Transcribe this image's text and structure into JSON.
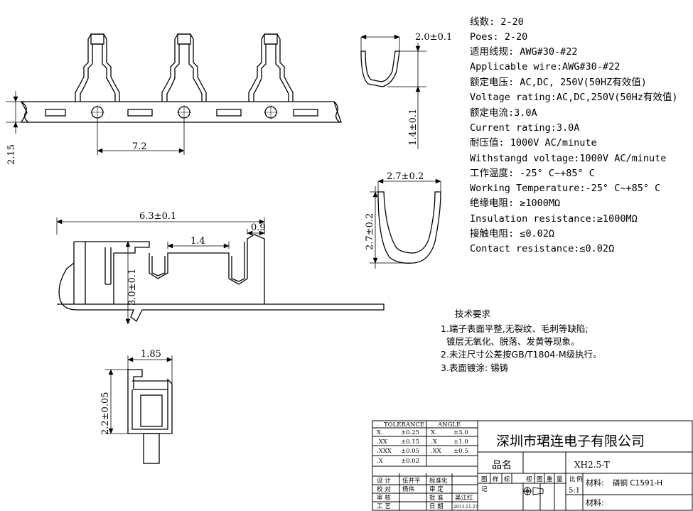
{
  "specs": [
    "线数: 2-20",
    "Poes: 2-20",
    "适用线规: AWG#30-#22",
    "Applicable wire:AWG#30-#22",
    "额定电压: AC,DC, 250V(50HZ有效值)",
    "Voltage rating:AC,DC,250V(50Hz有效值)",
    "额定电流:3.0A",
    "Current rating:3.0A",
    "耐压值: 1000V AC/minute",
    "Withstangd voltage:1000V AC/minute",
    "工作温度: -25° C~+85° C",
    "Working Temperature:-25° C~+85° C",
    "绝缘电阻: ≥1000MΩ",
    "Insulation resistance:≥1000MΩ",
    "接触电阻: ≤0.02Ω",
    "Contact resistance:≤0.02Ω"
  ],
  "requirements": {
    "title": "技术要求",
    "items": [
      "1.端子表面平整,无裂纹、毛刺等缺陷;",
      "  镀层无氧化、脱落、发黄等现象。",
      "2.未注尺寸公差按GB/T1804-M级执行。",
      "3.表面镀涂: 锡铸"
    ]
  },
  "dimensions": {
    "strip_height": "2.15",
    "pitch": "7.2",
    "top_width": "2.0±0.1",
    "top_height": "1.4±0.1",
    "mid_width": "2.7±0.2",
    "mid_height": "2.7±0.2",
    "length": "6.3±0.1",
    "crimp_len": "1.4",
    "tip": "0.9",
    "height": "3.0±0.1",
    "end_width": "1.85",
    "end_height": "2.2±0.05"
  },
  "title_block": {
    "company": "深圳市珺连电子有限公司",
    "part_label": "品名",
    "part_value": "XH2.5-T",
    "material_label": "材料:",
    "material_value": "磷铜 C1591-H",
    "material2_label": "材料:",
    "tolerance_header": "TOLERANCE",
    "angle_header": "ANGLE",
    "tolerance_rows": [
      {
        "t": "X.",
        "tv": "±0.25",
        "a": "X.",
        "av": "±3.0"
      },
      {
        "t": ".XX",
        "tv": "±0.15",
        "a": ".X",
        "av": "±1.0"
      },
      {
        "t": ".XXX",
        "tv": "±0.05",
        "a": ".XX",
        "av": "±0.5"
      },
      {
        "t": ".X",
        "tv": "±0.02",
        "a": "",
        "av": ""
      }
    ],
    "sign_rows": [
      {
        "label": "设 计",
        "name": "伍井平",
        "label2": "标准化"
      },
      {
        "label": "校 对",
        "name": "杨伟",
        "label2": "审 定"
      },
      {
        "label": "审 核",
        "name": "",
        "label2": "批 准",
        "name2": "吴江红"
      },
      {
        "label": "工 艺",
        "name": "",
        "label2": "日 期",
        "name2": "2013.11.27"
      }
    ],
    "grid_labels": [
      "图",
      "样",
      "标",
      "记",
      "视",
      "图",
      "重",
      "量",
      "比",
      "例"
    ],
    "scale": "5:1"
  }
}
